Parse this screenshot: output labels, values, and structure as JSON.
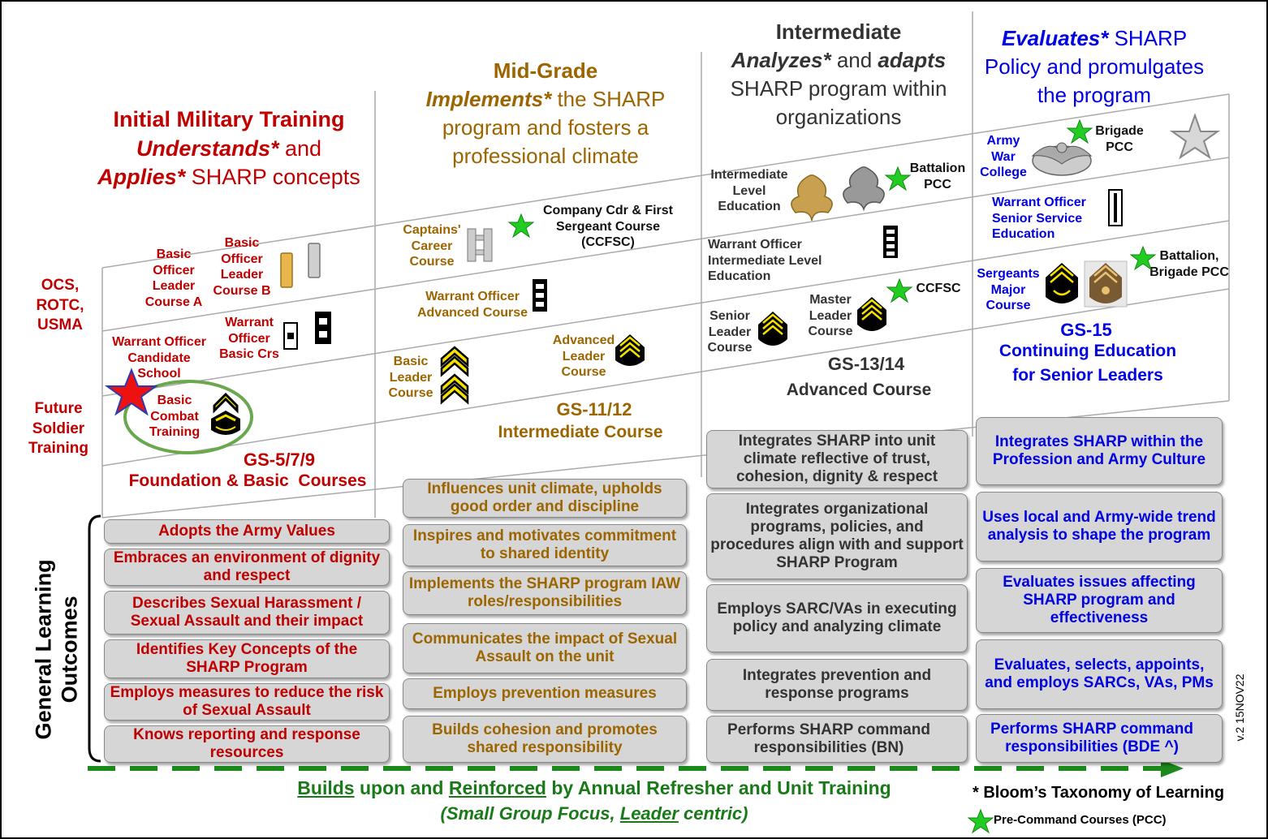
{
  "levels": {
    "initial": {
      "title": "Initial Military Training",
      "verbs1": "Understands*",
      "and": " and",
      "verbs2": "Applies*",
      "rest": " SHARP concepts",
      "course_grade": "GS-5/7/9",
      "course_name": "Foundation & Basic  Courses"
    },
    "midgrade": {
      "title": "Mid-Grade",
      "verbs": "Implements*",
      "line1rest": " the SHARP",
      "line2": "program and fosters a",
      "line3": "professional climate",
      "course_grade": "GS-11/12",
      "course_name": "Intermediate Course"
    },
    "intermediate": {
      "title": "Intermediate",
      "verbs1": "Analyzes*",
      "and": "  and ",
      "verbs2": "adapts",
      "line2": "SHARP program within",
      "line3": "organizations",
      "course_grade": "GS-13/14",
      "course_name": "Advanced Course"
    },
    "senior": {
      "verbs": "Evaluates*",
      "line1rest": " SHARP",
      "line2": "Policy and promulgates",
      "line3": "the program",
      "course_grade": "GS-15",
      "course_name1": "Continuing Education",
      "course_name2": "for Senior Leaders"
    }
  },
  "left_labels": {
    "commissioning": "OCS,\nROTC,\nUSMA",
    "future": "Future\nSoldier\nTraining",
    "side_title": "General Learning\nOutcomes"
  },
  "courses": {
    "bolc_a": "Basic\nOfficer\nLeader\nCourse A",
    "bolc_b": "Basic\nOfficer\nLeader\nCourse B",
    "wocs": "Warrant Officer\nCandidate\nSchool",
    "wobc": "Warrant\nOfficer\nBasic Crs",
    "bct": "Basic\nCombat\nTraining",
    "ccc": "Captains'\nCareer\nCourse",
    "ccfsc": "Company Cdr & First\nSergeant Course\n(CCFSC)",
    "woac": "Warrant Officer\nAdvanced Course",
    "blc": "Basic\nLeader\nCourse",
    "alc": "Advanced\nLeader\nCourse",
    "ile": "Intermediate\nLevel\nEducation",
    "bn_pcc": "Battalion\nPCC",
    "woile": "Warrant Officer\nIntermediate Level\nEducation",
    "slc": "Senior\nLeader\nCourse",
    "mlc": "Master\nLeader\nCourse",
    "ccfsc2": "CCFSC",
    "awc": "Army\nWar\nCollege",
    "bde_pcc": "Brigade\nPCC",
    "wosse": "Warrant Officer\nSenior Service\nEducation",
    "smc": "Sergeants\nMajor\nCourse",
    "bn_bde_pcc": "Battalion,\nBrigade PCC"
  },
  "outcomes": {
    "initial": [
      "Adopts the Army Values",
      "Embraces an environment of dignity and respect",
      "Describes Sexual Harassment / Sexual Assault and their impact",
      "Identifies Key Concepts of the SHARP Program",
      "Employs measures to reduce the risk of Sexual Assault",
      "Knows reporting and response resources"
    ],
    "midgrade": [
      "Influences unit climate, upholds good order and discipline",
      "Inspires and motivates commitment to shared identity",
      "Implements the SHARP program IAW roles/responsibilities",
      "Communicates the impact of Sexual Assault on the unit",
      "Employs prevention measures",
      "Builds cohesion and promotes shared responsibility"
    ],
    "intermediate": [
      "Integrates SHARP into unit climate reflective of trust, cohesion, dignity & respect",
      "Integrates organizational programs, policies, and procedures align with and support SHARP Program",
      "Employs SARC/VAs in executing policy and analyzing climate",
      "Integrates prevention and response programs",
      "Performs SHARP command responsibilities (BN)"
    ],
    "senior": [
      "Integrates SHARP within the Profession and Army Culture",
      "Uses local and Army-wide trend analysis to shape the program",
      "Evaluates issues affecting SHARP program and effectiveness",
      "Evaluates, selects, appoints, and employs SARCs, VAs, PMs",
      "Performs SHARP command responsibilities (BDE ^)"
    ]
  },
  "footer": {
    "builds": "Builds",
    "upon": " upon and ",
    "reinforced": "Reinforced",
    "rest": " by Annual Refresher and Unit Training",
    "sub_a": "(Small Group Focus, ",
    "sub_leader": "Leader",
    "sub_b": " centric)",
    "bloom": "* Bloom’s Taxonomy of Learning",
    "pcc_legend": "Pre-Command Courses (PCC)",
    "version": "v.2 15NOV22"
  },
  "colors": {
    "initial": "#c00000",
    "midgrade": "#9c6500",
    "intermediate": "#333333",
    "senior": "#0000e0",
    "arrow": "#1a8a1a",
    "star": "#22cc22",
    "circle": "#6aa84f",
    "box_fill": "#d6d6d6"
  },
  "icons": [
    "red-star-icon",
    "green-star-icon",
    "rank-insignia-icon",
    "eagle-insignia-icon",
    "silver-star-icon"
  ]
}
